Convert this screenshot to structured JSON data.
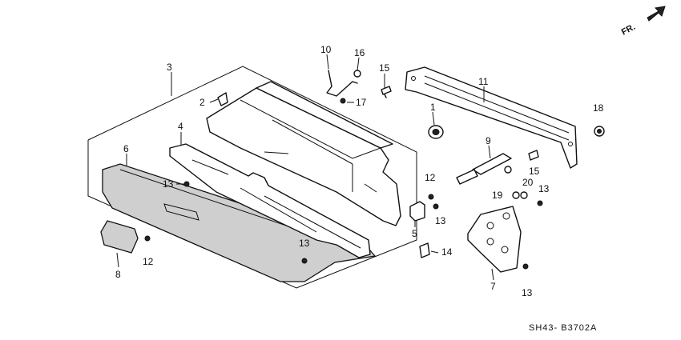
{
  "diagram": {
    "direction_label": "FR.",
    "drawing_code": "SH43- B3702A",
    "callouts": [
      {
        "id": "c1",
        "label": "1"
      },
      {
        "id": "c2",
        "label": "2"
      },
      {
        "id": "c3",
        "label": "3"
      },
      {
        "id": "c4",
        "label": "4"
      },
      {
        "id": "c5",
        "label": "5"
      },
      {
        "id": "c6",
        "label": "6"
      },
      {
        "id": "c7",
        "label": "7"
      },
      {
        "id": "c8",
        "label": "8"
      },
      {
        "id": "c9",
        "label": "9"
      },
      {
        "id": "c10",
        "label": "10"
      },
      {
        "id": "c11",
        "label": "11"
      },
      {
        "id": "c12a",
        "label": "12"
      },
      {
        "id": "c12b",
        "label": "12"
      },
      {
        "id": "c13a",
        "label": "13"
      },
      {
        "id": "c13b",
        "label": "13"
      },
      {
        "id": "c13c",
        "label": "13"
      },
      {
        "id": "c13d",
        "label": "13"
      },
      {
        "id": "c13e",
        "label": "13"
      },
      {
        "id": "c14",
        "label": "14"
      },
      {
        "id": "c15a",
        "label": "15"
      },
      {
        "id": "c15b",
        "label": "15"
      },
      {
        "id": "c16",
        "label": "16"
      },
      {
        "id": "c17",
        "label": "17"
      },
      {
        "id": "c18",
        "label": "18"
      },
      {
        "id": "c19",
        "label": "19"
      },
      {
        "id": "c20",
        "label": "20"
      }
    ]
  }
}
